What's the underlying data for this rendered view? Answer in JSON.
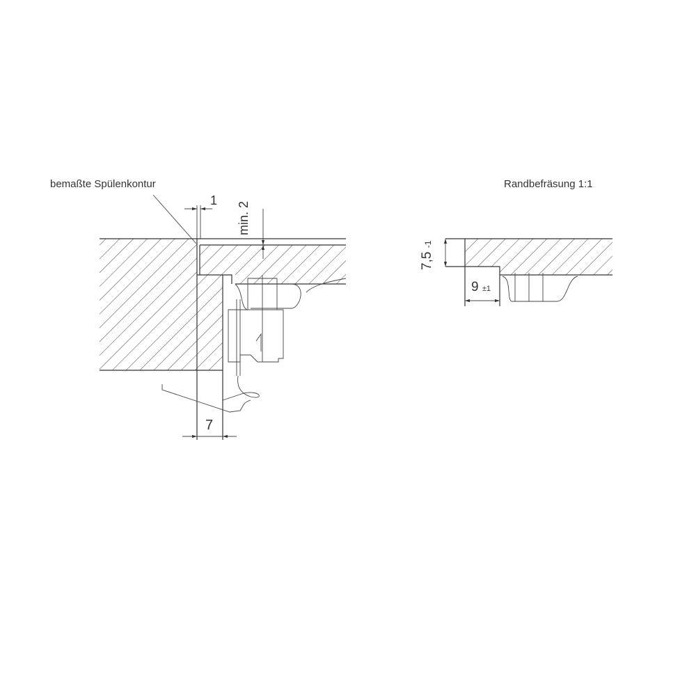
{
  "left_detail": {
    "callout": "bemaßte Spülenkontur",
    "dim_gap": "1",
    "dim_min": "min. 2",
    "dim_width": "7"
  },
  "right_detail": {
    "title": "Randbefräsung 1:1",
    "dim_height": "7,5",
    "dim_height_tol": "-1",
    "dim_width": "9",
    "dim_width_tol": "±1"
  },
  "colors": {
    "line": "#333333",
    "background": "#ffffff"
  }
}
